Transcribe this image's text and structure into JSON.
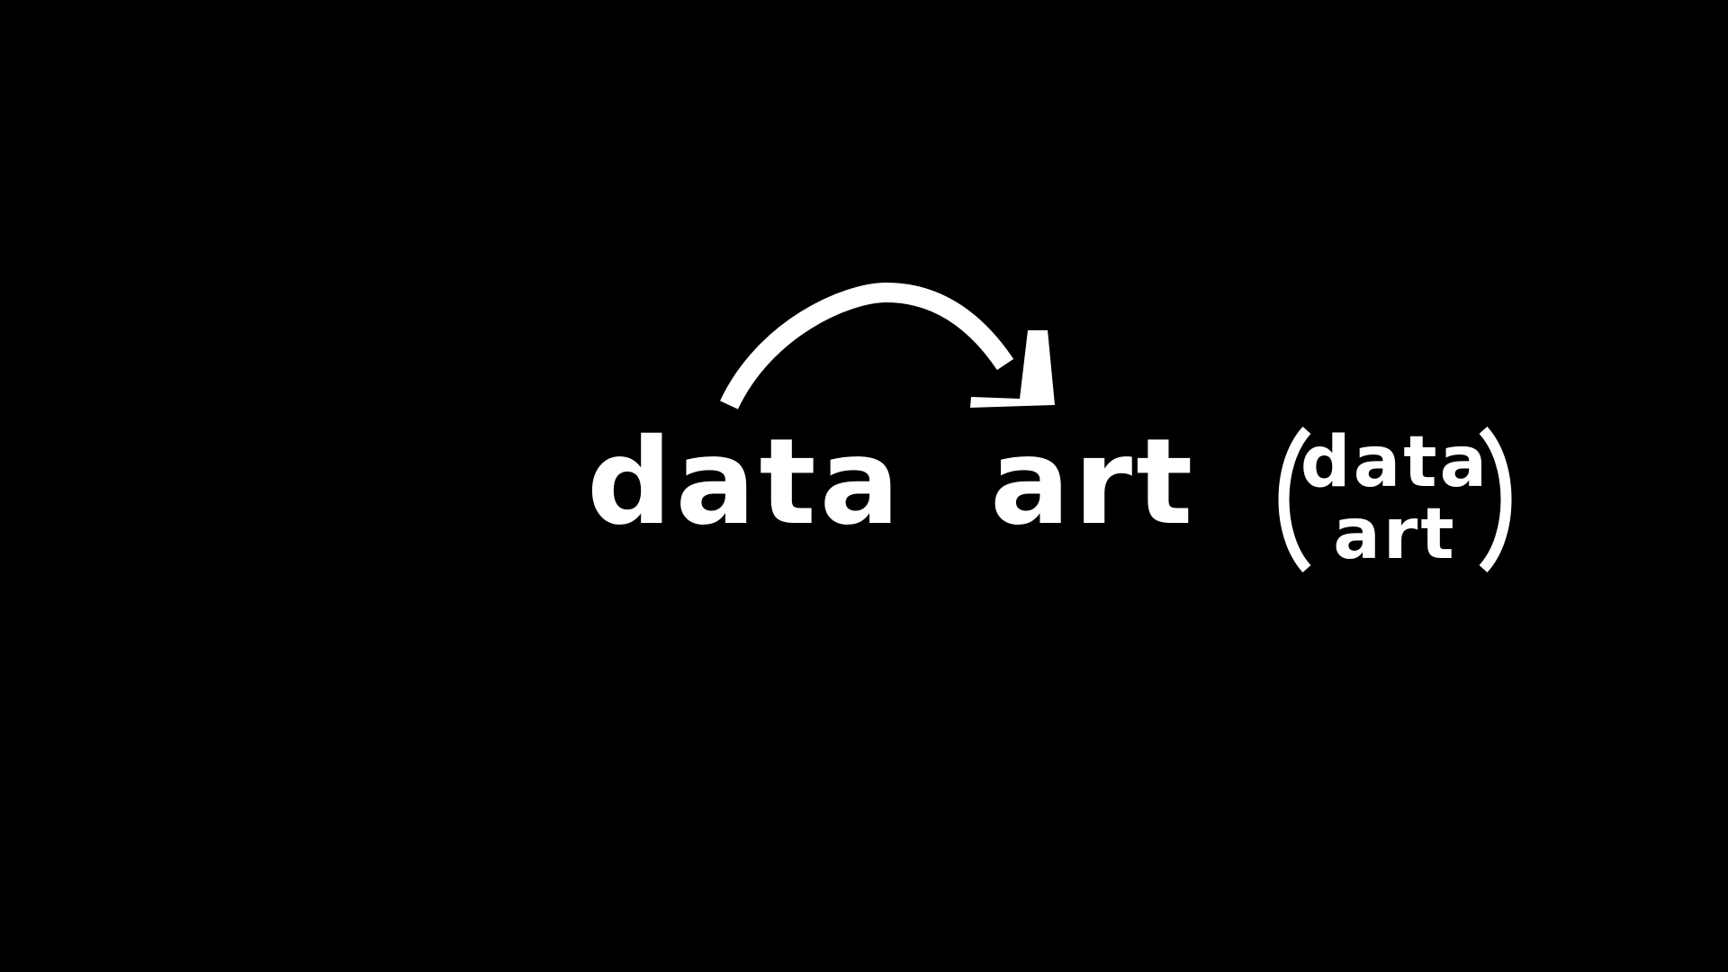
{
  "source_word": "data",
  "target_word": "art",
  "pair": {
    "top": "data",
    "bottom": "art"
  },
  "colors": {
    "background": "#000000",
    "foreground": "#ffffff"
  },
  "icons": {
    "transform_arrow": "curved-arrow-right-icon",
    "left_paren": "left-parenthesis-icon",
    "right_paren": "right-parenthesis-icon"
  }
}
